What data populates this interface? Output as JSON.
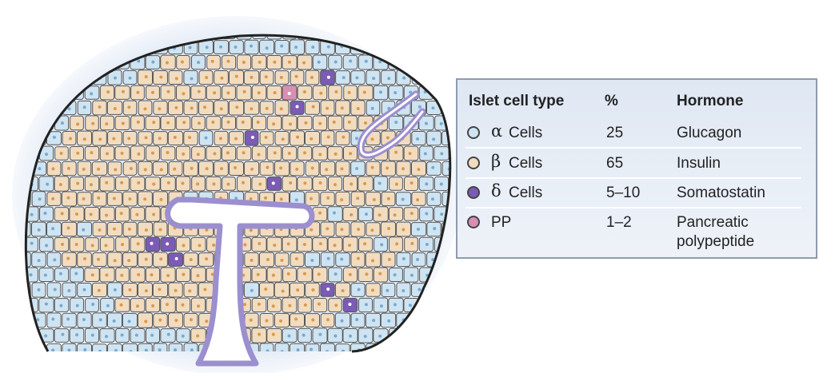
{
  "legend": {
    "headers": {
      "type": "Islet cell type",
      "percent": "%",
      "hormone": "Hormone"
    },
    "rows": [
      {
        "glyph": "α",
        "type": "Cells",
        "percent": "25",
        "hormone": "Glucagon",
        "color": "#cfe4f2"
      },
      {
        "glyph": "β",
        "type": "Cells",
        "percent": "65",
        "hormone": "Insulin",
        "color": "#f2dcc0"
      },
      {
        "glyph": "δ",
        "type": "Cells",
        "percent": "5–10",
        "hormone": "Somatostatin",
        "color": "#7b5bb5"
      },
      {
        "glyph": "",
        "type": "PP",
        "percent": "1–2",
        "hormone": "Pancreatic",
        "hormone_line2": "polypeptide",
        "color": "#d98fb4"
      }
    ]
  },
  "colors": {
    "alpha_cell": "#cfe4f2",
    "beta_cell": "#f2dcc0",
    "delta_cell": "#7b5bb5",
    "pp_cell": "#d98fb4",
    "vessel": "#9b8fd0",
    "nucleus": "#d89a4a",
    "outline": "#222222"
  }
}
